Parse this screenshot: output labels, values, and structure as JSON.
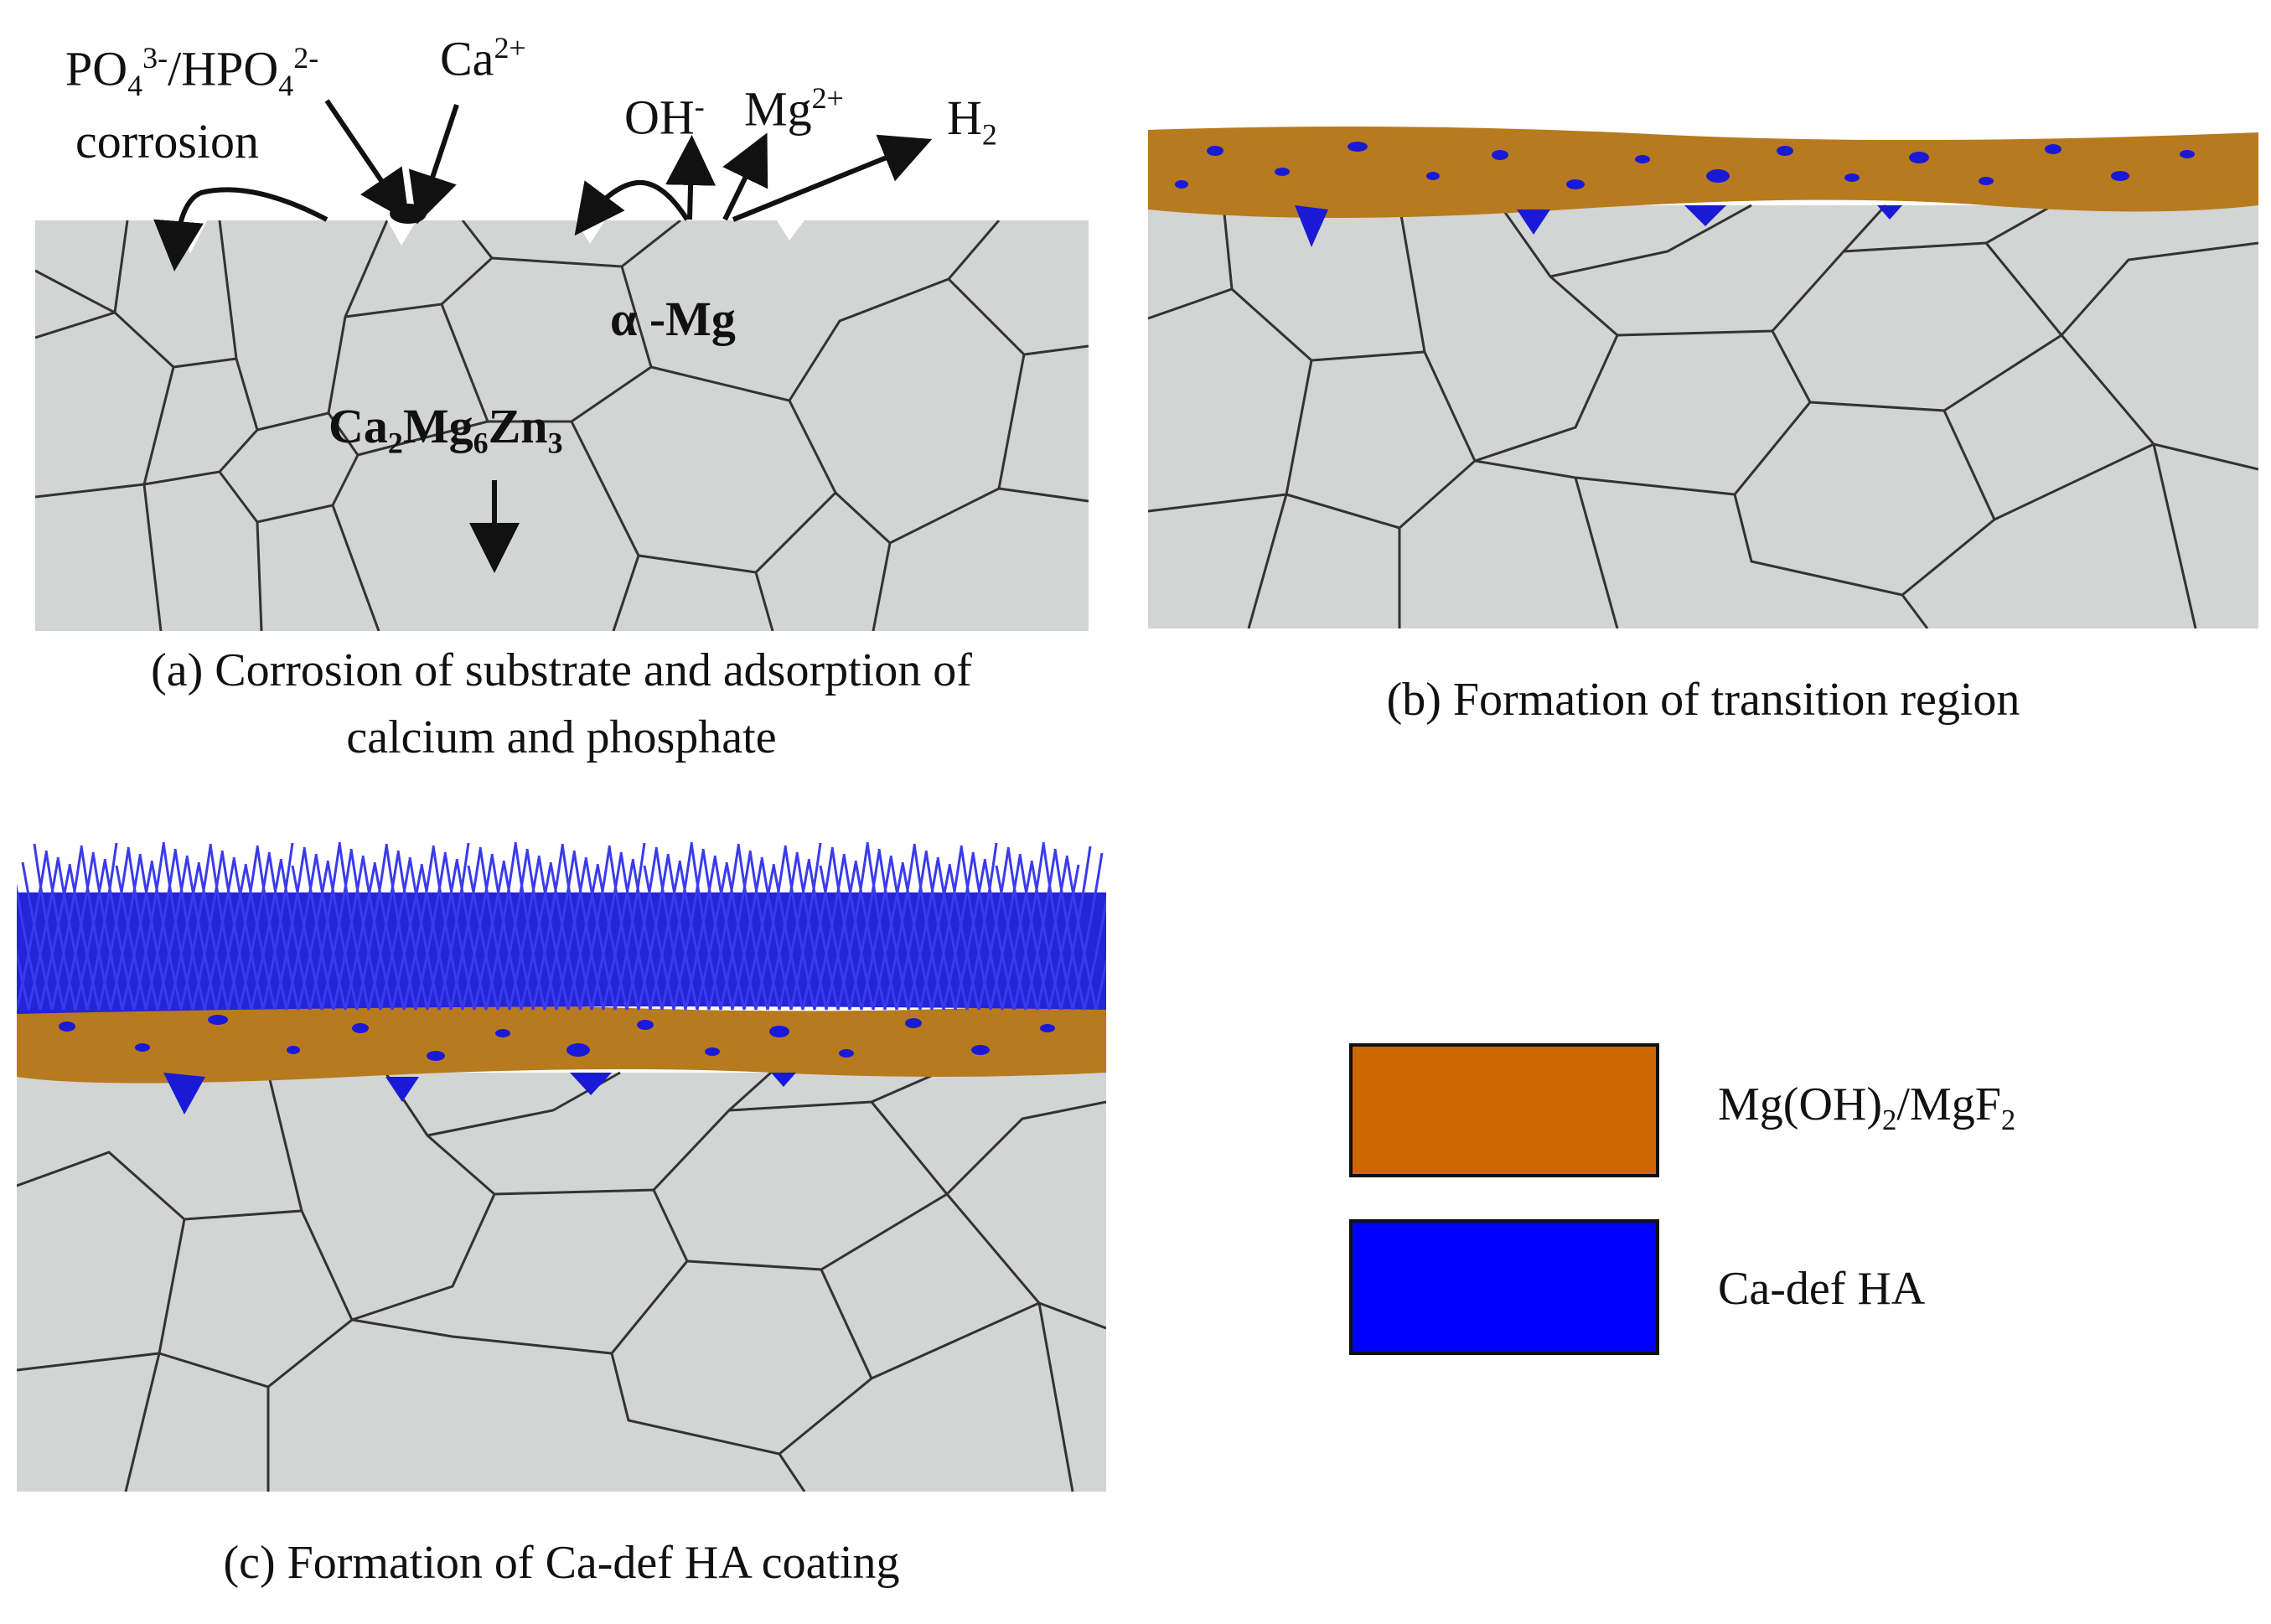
{
  "panel_a": {
    "caption_line1": "(a) Corrosion of substrate and adsorption of",
    "caption_line2": "calcium and phosphate",
    "labels": {
      "phosphate_base": "PO",
      "phosphate_sub": "4",
      "phosphate_sup": "3-",
      "slash": "/HPO",
      "hydrogen_phosphate_sub": "4",
      "hydrogen_phosphate_sup": "2-",
      "corrosion": "corrosion",
      "calcium_base": "Ca",
      "calcium_sup": "2+",
      "hydroxide_base": "OH",
      "hydroxide_sup": "-",
      "magnesium_base": "Mg",
      "magnesium_sup": "2+",
      "hydrogen_base": "H",
      "hydrogen_sub": "2",
      "alpha_mg": "α -Mg",
      "phase_ca": "Ca",
      "phase_ca_sub": "2",
      "phase_mg": "Mg",
      "phase_mg_sub": "6",
      "phase_zn": "Zn",
      "phase_zn_sub": "3"
    }
  },
  "panel_b": {
    "caption": "(b) Formation of transition region"
  },
  "panel_c": {
    "caption": "(c) Formation of Ca-def HA coating"
  },
  "legend": {
    "items": [
      {
        "swatch_color": "#cc6600",
        "label_base": "Mg(OH)",
        "label_sub1": "2",
        "label_mid": "/MgF",
        "label_sub2": "2"
      },
      {
        "swatch_color": "#0000ff",
        "label": "Ca-def HA"
      }
    ]
  },
  "colors": {
    "substrate": "#d3d4d4",
    "grain_boundary": "#333333",
    "oxide_layer": "#b87a1e",
    "ha": "#1a1ad6",
    "arrow": "#111111"
  }
}
